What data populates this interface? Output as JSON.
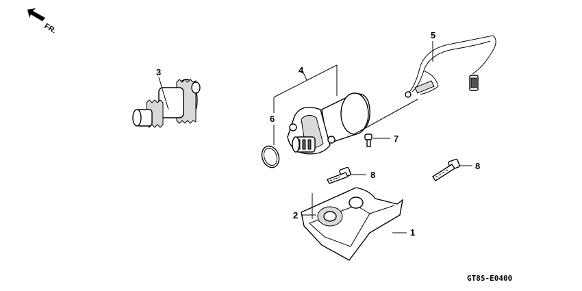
{
  "orientation": {
    "label": "FR.",
    "icon": "front-direction-arrow-icon"
  },
  "figure_code": "GT8S-E0400",
  "callouts": [
    {
      "id": "1",
      "text": "1"
    },
    {
      "id": "2",
      "text": "2"
    },
    {
      "id": "3",
      "text": "3"
    },
    {
      "id": "4",
      "text": "4"
    },
    {
      "id": "5",
      "text": "5"
    },
    {
      "id": "6",
      "text": "6"
    },
    {
      "id": "7",
      "text": "7"
    },
    {
      "id": "8a",
      "text": "8"
    },
    {
      "id": "8b",
      "text": "8"
    }
  ]
}
